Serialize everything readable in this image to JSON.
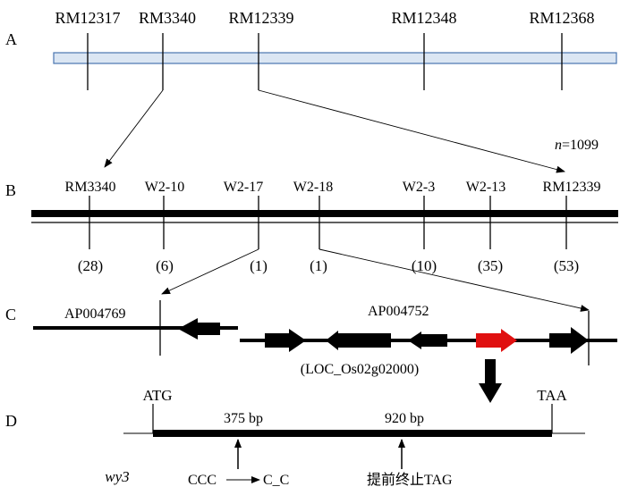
{
  "panels": [
    "A",
    "B",
    "C",
    "D"
  ],
  "panel_a": {
    "markers": [
      "RM12317",
      "RM3340",
      "RM12339",
      "RM12348",
      "RM12368"
    ]
  },
  "panel_b": {
    "n_label_italic": "n",
    "n_label_rest": "=1099",
    "markers": [
      "RM3340",
      "W2-10",
      "W2-17",
      "W2-18",
      "W2-3",
      "W2-13",
      "RM12339"
    ],
    "recombinants": [
      "(28)",
      "(6)",
      "(1)",
      "(1)",
      "(10)",
      "(35)",
      "(53)"
    ]
  },
  "panel_c": {
    "bac_left": "AP004769",
    "bac_right": "AP004752",
    "gene_label": "(LOC_Os02g02000)",
    "colors": {
      "candidate_gene": "#e01010",
      "gene": "#000000"
    }
  },
  "panel_d": {
    "start_codon": "ATG",
    "stop_codon": "TAA",
    "pos1": "375 bp",
    "pos2": "920 bp",
    "mutant": "wy3",
    "mut1_from": "CCC",
    "mut1_to": "C_C",
    "mut2": "提前终止TAG"
  },
  "colors": {
    "chromosome_fill": "#dbe6f3",
    "chromosome_stroke": "#4a76b0"
  }
}
